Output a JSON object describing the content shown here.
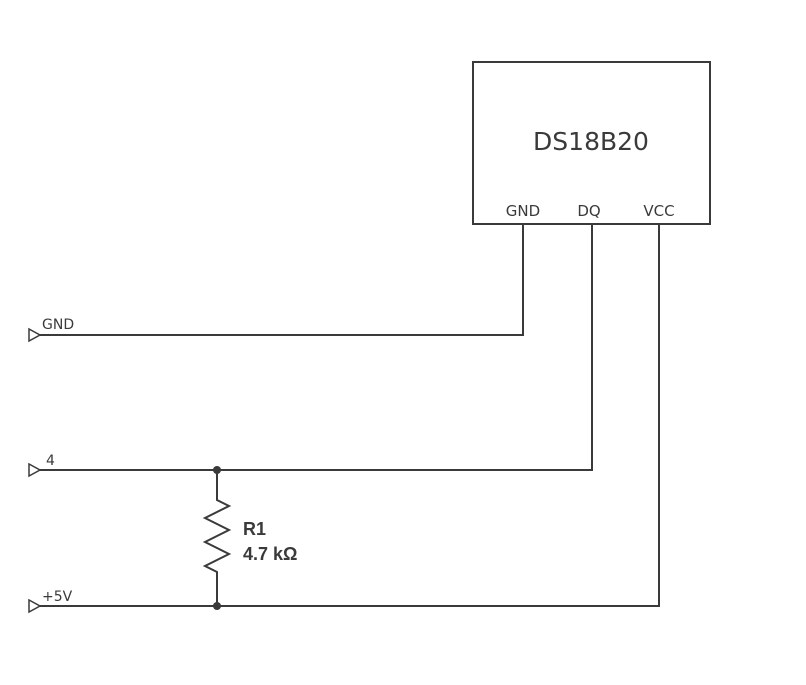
{
  "component": {
    "name": "DS18B20",
    "pins": {
      "gnd": "GND",
      "dq": "DQ",
      "vcc": "VCC"
    }
  },
  "nets": {
    "gnd": "GND",
    "data": "4",
    "power": "+5V"
  },
  "resistor": {
    "ref": "R1",
    "value": "4.7 kΩ"
  },
  "colors": {
    "line": "#3a3a3a",
    "background": "#ffffff"
  }
}
